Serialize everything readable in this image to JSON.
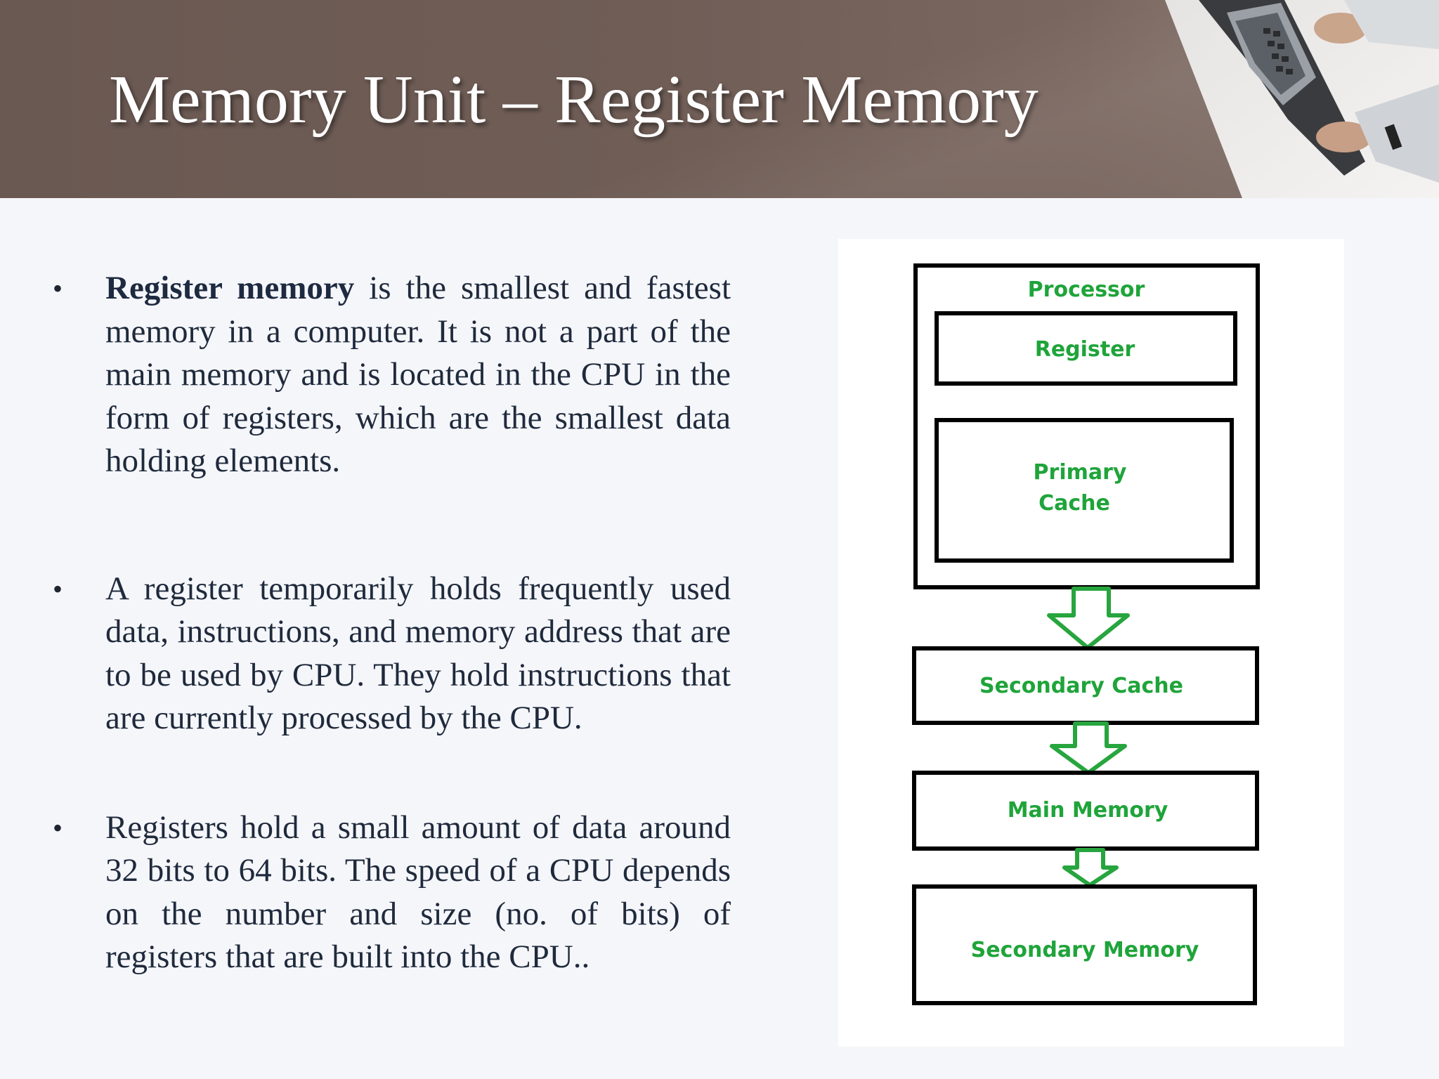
{
  "title": "Memory Unit – Register Memory",
  "bullets": [
    {
      "bold": "Register memory",
      "text": " is the smallest and fastest memory in a computer. It is not a part of the main memory and is located in the CPU in the form of registers, which are the smallest data holding elements."
    },
    {
      "bold": "",
      "text": " A register temporarily holds frequently used data, instructions, and memory address that are to be used by CPU. They hold instructions that are currently processed by the CPU."
    },
    {
      "bold": "",
      "text": "Registers hold a small amount of data around 32 bits to 64 bits. The speed of a CPU depends on the number and size (no. of bits) of registers that are built into the CPU.."
    }
  ],
  "bullet_glyph": "•",
  "diagram": {
    "processor": "Processor",
    "register": "Register",
    "primary_cache_line1": "Primary",
    "primary_cache_line2": "Cache",
    "secondary_cache": "Secondary Cache",
    "main_memory": "Main Memory",
    "secondary_memory": "Secondary Memory"
  },
  "colors": {
    "banner": "#6f5d56",
    "label_green": "#1fa43a",
    "arrow_green": "#27a53e",
    "box_stroke": "#000000"
  }
}
